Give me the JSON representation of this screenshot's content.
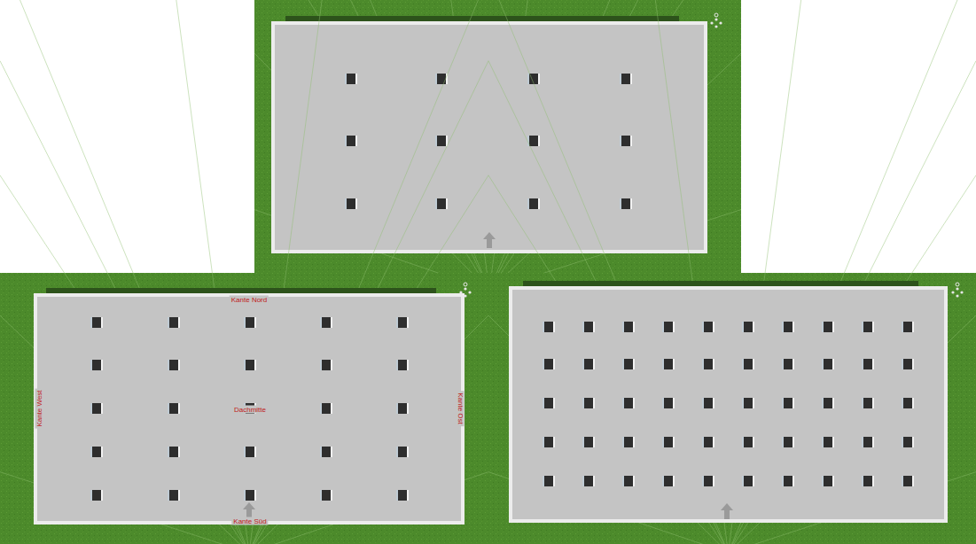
{
  "diagram": {
    "labels": [
      "Kante Nord",
      "Kante West",
      "Dachmitte",
      "Kante Ost",
      "Kante Süd"
    ]
  }
}
